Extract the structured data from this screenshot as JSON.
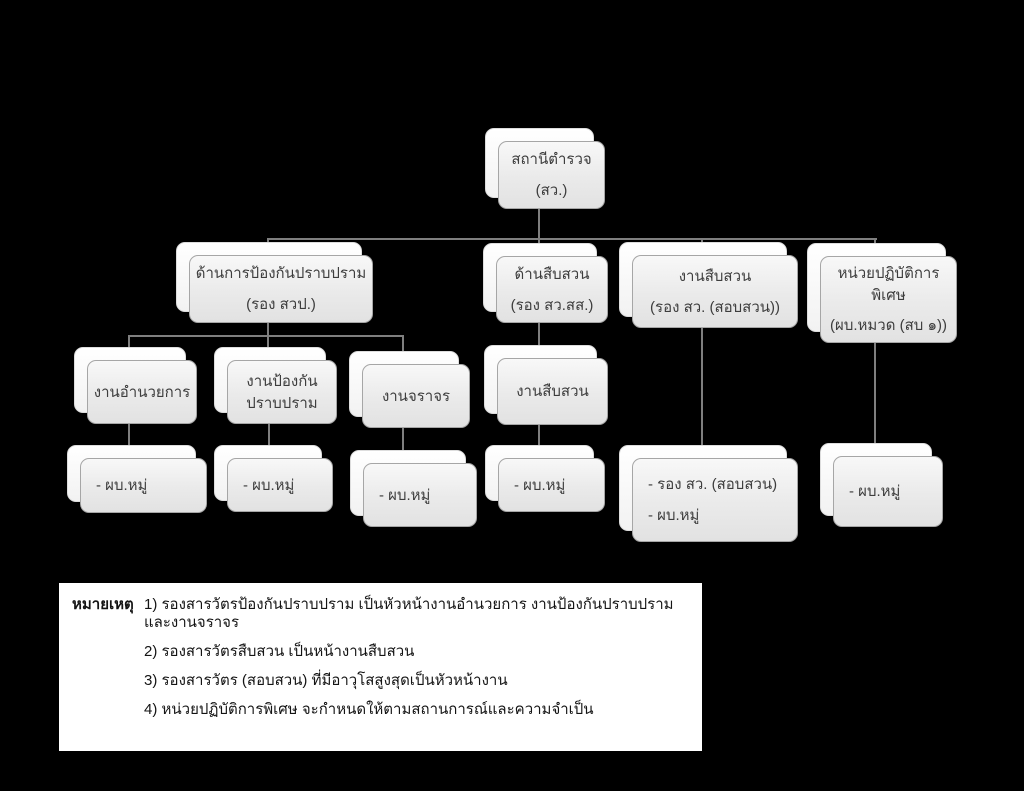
{
  "colors": {
    "background": "#000000",
    "card_face": "#e8e8e8",
    "card_border": "#a6a6a6",
    "card_shadow_face": "#ffffff",
    "connector": "#7f7f7f",
    "node_text": "#3d3d3d",
    "notes_background": "#ffffff",
    "notes_text": "#141414"
  },
  "chart": {
    "root": {
      "lines": [
        "สถานีตำรวจ",
        "(สว.)"
      ]
    },
    "level2": [
      {
        "lines": [
          "ด้านการป้องกันปราบปราม",
          "(รอง สวป.)"
        ]
      },
      {
        "lines": [
          "ด้านสืบสวน",
          "(รอง สว.สส.)"
        ]
      },
      {
        "lines": [
          "งานสืบสวน",
          "(รอง สว. (สอบสวน))"
        ]
      },
      {
        "lines": [
          "หน่วยปฏิบัติการ",
          "พิเศษ",
          "(ผบ.หมวด (สบ ๑))"
        ]
      }
    ],
    "level3": [
      {
        "lines": [
          "งานอำนวยการ"
        ]
      },
      {
        "lines": [
          "งานป้องกัน",
          "ปราบปราม"
        ]
      },
      {
        "lines": [
          "งานจราจร"
        ]
      },
      {
        "lines": [
          "งานสืบสวน"
        ]
      }
    ],
    "level4": [
      {
        "lines": [
          "- ผบ.หมู่"
        ]
      },
      {
        "lines": [
          "- ผบ.หมู่"
        ]
      },
      {
        "lines": [
          "- ผบ.หมู่"
        ]
      },
      {
        "lines": [
          "- ผบ.หมู่"
        ]
      },
      {
        "lines": [
          "- รอง สว. (สอบสวน)",
          "- ผบ.หมู่"
        ]
      },
      {
        "lines": [
          "- ผบ.หมู่"
        ]
      }
    ]
  },
  "notes": {
    "label": "หมายเหตุ",
    "items": [
      "1) รองสารวัตรป้องกันปราบปราม เป็นหัวหน้างานอำนวยการ งานป้องกันปราบปราม และงานจราจร",
      "2) รองสารวัตรสืบสวน เป็นหน้างานสืบสวน",
      "3) รองสารวัตร (สอบสวน) ที่มีอาวุโสสูงสุดเป็นหัวหน้างาน",
      "4) หน่วยปฏิบัติการพิเศษ จะกำหนดให้ตามสถานการณ์และความจำเป็น"
    ]
  }
}
